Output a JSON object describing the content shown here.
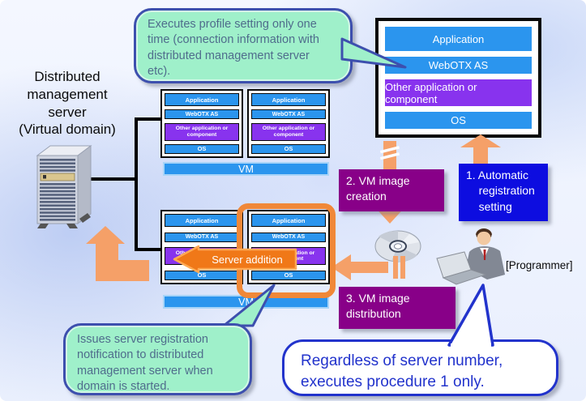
{
  "colors": {
    "bar_blue": "#2B95EE",
    "bar_purple": "#8833EE",
    "step_purple": "#880088",
    "step_blue": "#0d0de0",
    "bubble_green_fill": "#9FF0CA",
    "bubble_green_border": "#3D4FAE",
    "bubble_blue_border": "#2233CC",
    "arrow_orange": "#F5A068",
    "server_addition_orange": "#F07818",
    "highlight_orange": "#F08838",
    "connector_black": "#000000"
  },
  "left": {
    "server_label": "Distributed\nmanagement\nserver\n(Virtual domain)"
  },
  "layers": {
    "app": "Application",
    "webotx": "WebOTX AS",
    "other": "Other application or component",
    "os": "OS"
  },
  "vm_label": "VM",
  "steps": {
    "s1": "1. Automatic\n    registration\n    setting",
    "s2": "2. VM image\ncreation",
    "s3": "3. VM image\ndistribution"
  },
  "bubbles": {
    "profile": "Executes profile setting only one\ntime (connection information with\ndistributed management server\netc).",
    "registration": "Issues server registration\nnotification to distributed\nmanagement server when\ndomain is started.",
    "regardless": "Regardless of server number,\nexecutes procedure 1 only."
  },
  "server_addition": "Server addition",
  "programmer_label": "[Programmer]"
}
